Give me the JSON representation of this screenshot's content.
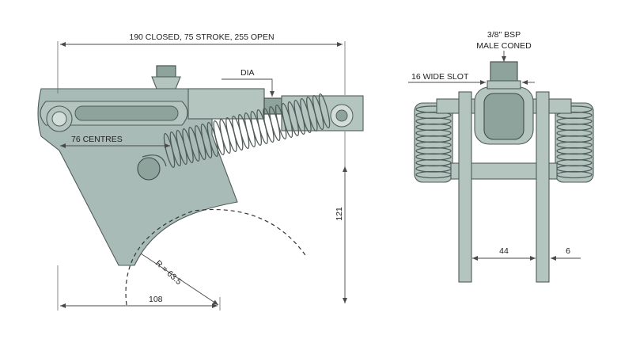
{
  "labels": {
    "overall_length": "190 CLOSED, 75 STROKE, 255 OPEN",
    "dia": "DIA",
    "centres": "76 CENTRES",
    "height": "121",
    "radius": "R = 63.5",
    "bottom_width": "108",
    "bsp_line1": "3/8\" BSP",
    "bsp_line2": "MALE CONED",
    "slot": "16 WIDE SLOT",
    "spacing": "44",
    "thickness": "6"
  },
  "colors": {
    "body": "#a9bbb6",
    "outline": "#4f5c59",
    "dimension": "#4a4a4a"
  }
}
